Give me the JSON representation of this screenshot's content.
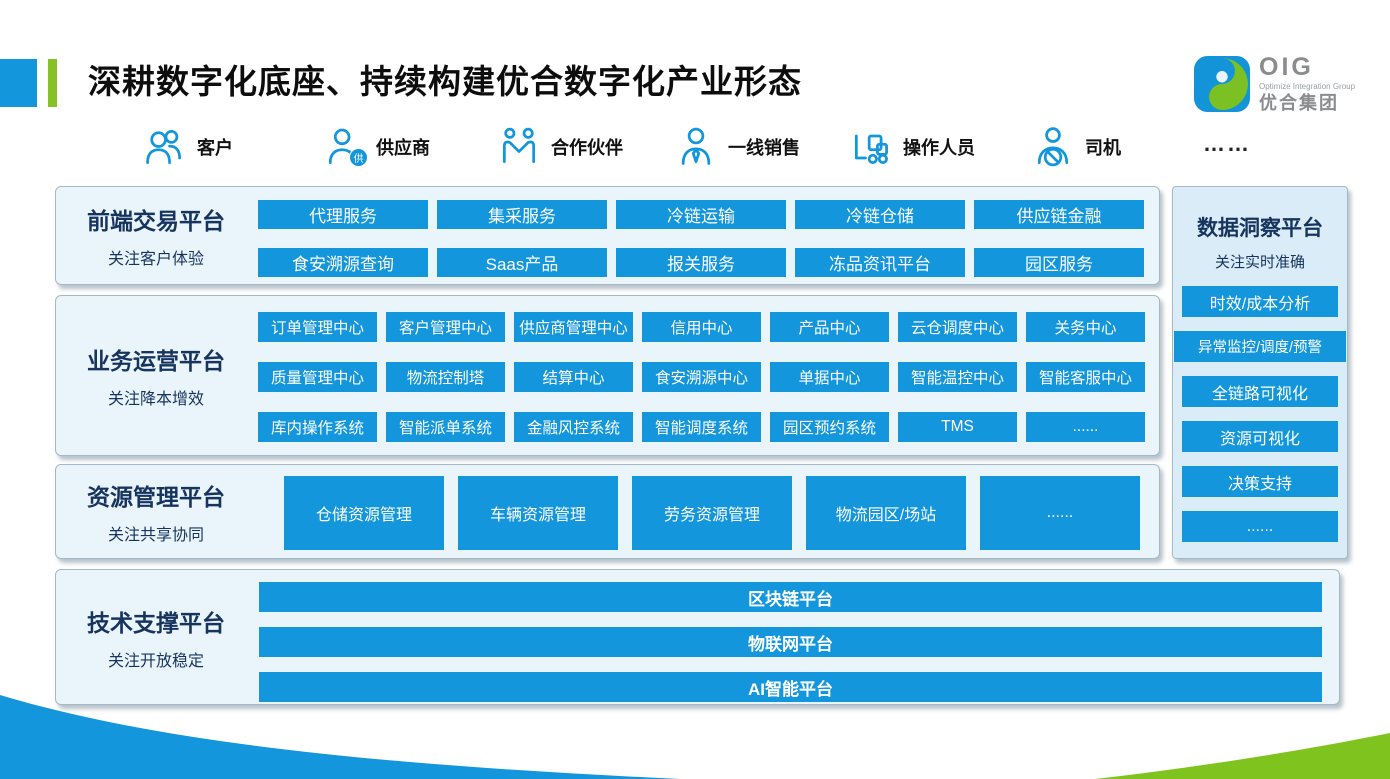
{
  "colors": {
    "accent_blue": "#1396db",
    "accent_green": "#7fc31e",
    "navy": "#17345e"
  },
  "header": {
    "title": "深耕数字化底座、持续构建优合数字化产业形态"
  },
  "logo": {
    "abbr": "OIG",
    "tagline": "Optimize Integration Group",
    "company": "优合集团"
  },
  "roles": [
    {
      "label": "客户"
    },
    {
      "label": "供应商",
      "badge": "供"
    },
    {
      "label": "合作伙伴"
    },
    {
      "label": "一线销售"
    },
    {
      "label": "操作人员"
    },
    {
      "label": "司机"
    },
    {
      "label": "……"
    }
  ],
  "sections": [
    {
      "title": "前端交易平台",
      "subtitle": "关注客户体验",
      "rows": [
        [
          "代理服务",
          "集采服务",
          "冷链运输",
          "冷链仓储",
          "供应链金融"
        ],
        [
          "食安溯源查询",
          "Saas产品",
          "报关服务",
          "冻品资讯平台",
          "园区服务"
        ]
      ]
    },
    {
      "title": "业务运营平台",
      "subtitle": "关注降本增效",
      "rows": [
        [
          "订单管理中心",
          "客户管理中心",
          "供应商管理中心",
          "信用中心",
          "产品中心",
          "云仓调度中心",
          "关务中心"
        ],
        [
          "质量管理中心",
          "物流控制塔",
          "结算中心",
          "食安溯源中心",
          "单据中心",
          "智能温控中心",
          "智能客服中心"
        ],
        [
          "库内操作系统",
          "智能派单系统",
          "金融风控系统",
          "智能调度系统",
          "园区预约系统",
          "TMS",
          "......"
        ]
      ]
    },
    {
      "title": "资源管理平台",
      "subtitle": "关注共享协同",
      "rows": [
        [
          "仓储资源管理",
          "车辆资源管理",
          "劳务资源管理",
          "物流园区/场站",
          "......"
        ]
      ]
    },
    {
      "title": "技术支撑平台",
      "subtitle": "关注开放稳定",
      "items": [
        "区块链平台",
        "物联网平台",
        "AI智能平台"
      ]
    }
  ],
  "data_platform": {
    "title": "数据洞察平台",
    "subtitle": "关注实时准确",
    "items": [
      "时效/成本分析",
      "异常监控/调度/预警",
      "全链路可视化",
      "资源可视化",
      "决策支持",
      "......"
    ]
  }
}
